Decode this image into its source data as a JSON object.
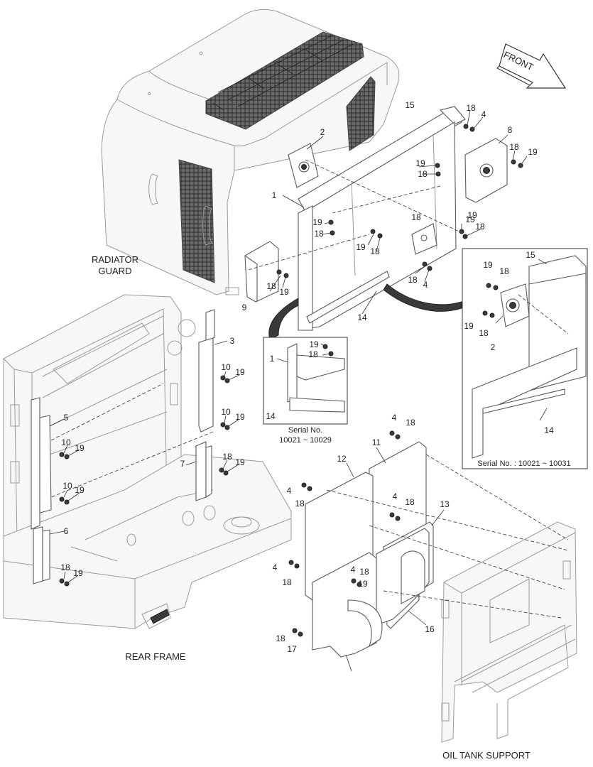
{
  "sections": {
    "radiator_guard": "RADIATOR\nGUARD",
    "rear_frame": "REAR FRAME",
    "oil_tank_support": "OIL TANK SUPPORT",
    "front_arrow": "FRONT"
  },
  "insets": {
    "left": {
      "serial_line1": "Serial No.",
      "serial_line2": "10021 ~ 10029"
    },
    "right": {
      "serial": "Serial No. : 10021 ~ 10031"
    }
  },
  "callouts": [
    "15",
    "18",
    "4",
    "2",
    "8",
    "18",
    "19",
    "19",
    "18",
    "1",
    "18",
    "19",
    "19",
    "18",
    "18",
    "19",
    "18",
    "19",
    "9",
    "18",
    "19",
    "18",
    "4",
    "14",
    "3",
    "10",
    "19",
    "10",
    "19",
    "5",
    "10",
    "19",
    "7",
    "18",
    "19",
    "10",
    "19",
    "6",
    "18",
    "19",
    "19",
    "18",
    "1",
    "14",
    "15",
    "19",
    "18",
    "19",
    "18",
    "2",
    "14",
    "4",
    "18",
    "11",
    "12",
    "4",
    "18",
    "4",
    "18",
    "13",
    "4",
    "18",
    "4",
    "18",
    "19",
    "18",
    "17",
    "16"
  ]
}
